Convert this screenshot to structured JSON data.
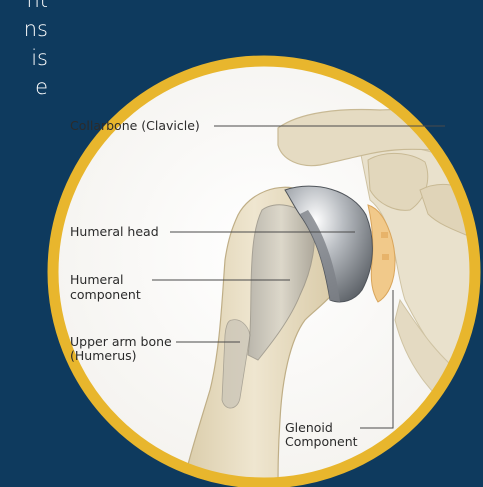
{
  "background_text": [
    "nt",
    "ns",
    "is",
    "e"
  ],
  "labels": {
    "clavicle": "Collarbone (Clavicle)",
    "humeral_head": "Humeral head",
    "humeral_component_1": "Humeral",
    "humeral_component_2": "component",
    "upper_arm_1": "Upper arm bone",
    "upper_arm_2": "(Humerus)",
    "glenoid_1": "Glenoid",
    "glenoid_2": "Component"
  },
  "colors": {
    "background": "#0e3a5e",
    "ring": "#e8b62d",
    "bone": "#e6dcc3",
    "implant_metal": "#b9bcc0",
    "glenoid": "#f1c98a"
  }
}
